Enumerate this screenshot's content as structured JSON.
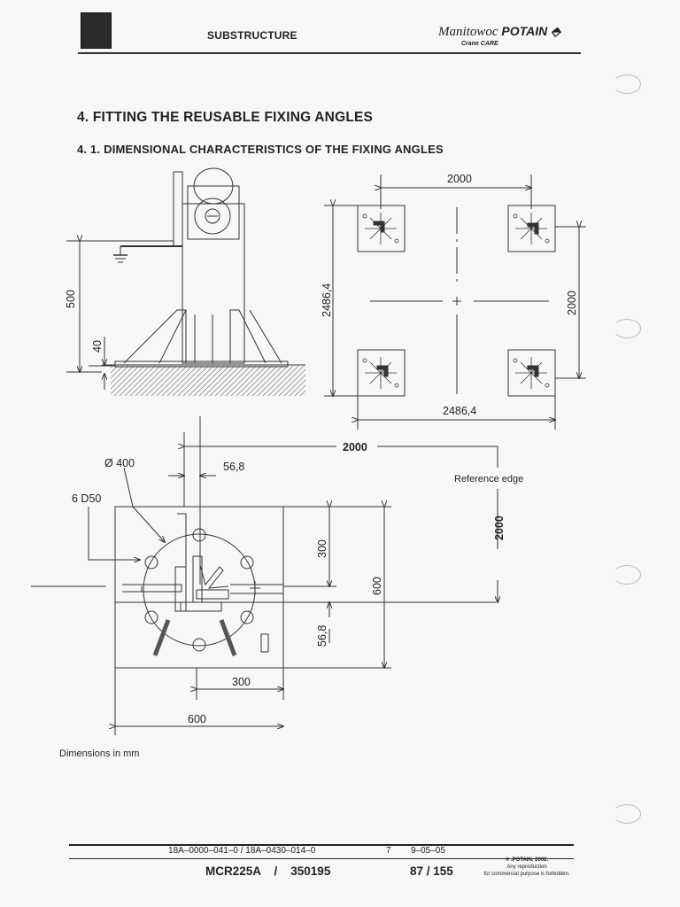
{
  "header": {
    "section": "SUBSTRUCTURE",
    "brand": "anitowoc",
    "brand_initial": "M",
    "brand_name": "POTAIN",
    "brand_sub": "Crane CARE"
  },
  "headings": {
    "h1": "4. FITTING THE REUSABLE FIXING ANGLES",
    "h2": "4. 1. DIMENSIONAL CHARACTERISTICS OF THE FIXING ANGLES"
  },
  "dims": {
    "d500": "500",
    "d40": "40",
    "top_2000": "2000",
    "left_24864": "2486,4",
    "right_2000": "2000",
    "bottom_24864": "2486,4",
    "mid_2000": "2000",
    "dia400": "Ø 400",
    "d568_top": "56,8",
    "holes": "6 D50",
    "reference_edge": "Reference edge",
    "vert_2000": "2000",
    "d300_v": "300",
    "d600_v": "600",
    "d568_v": "56,8",
    "d300_h": "300",
    "d600_h": "600"
  },
  "note": "Dimensions in mm",
  "footer": {
    "refs": "18A–0000–041–0  /  18A–0430–014–0",
    "edition": "7",
    "date": "9–05–05",
    "model": "MCR225A    /    350195",
    "page": "87 / 155",
    "copyright": "© .POTAIN. 2002.",
    "copy_line2": "Any reproduction",
    "copy_line3": "for commercial purpose is forbidden."
  }
}
